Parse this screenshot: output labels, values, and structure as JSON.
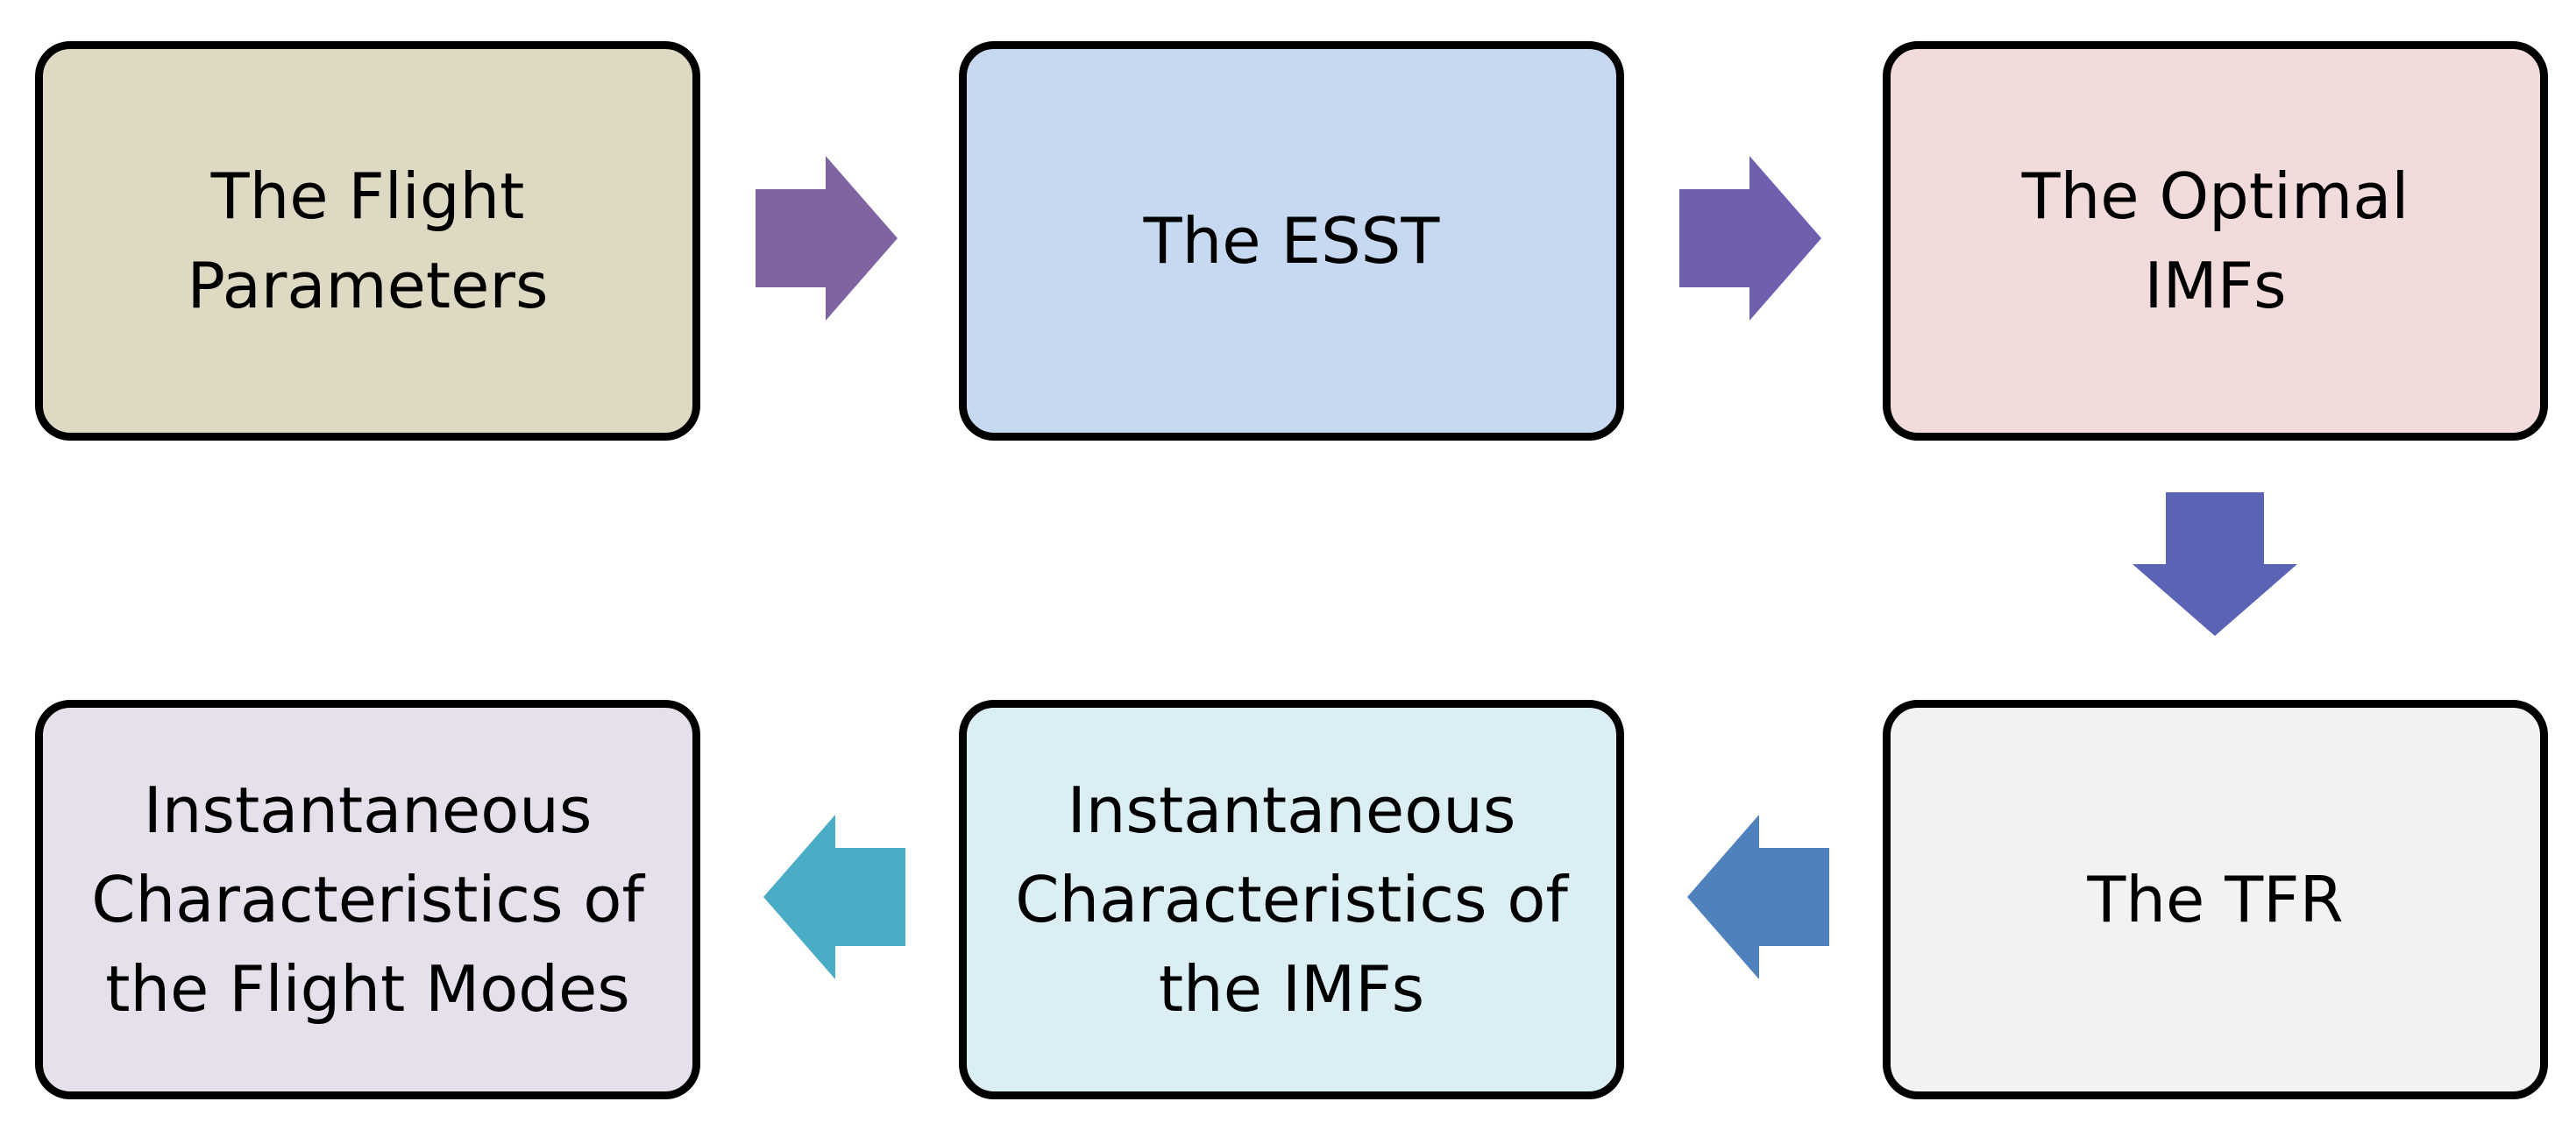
{
  "boxes": [
    {
      "id": "flight-parameters",
      "label": "The Flight\nParameters",
      "fill": "#ddd9c3"
    },
    {
      "id": "esst",
      "label": "The ESST",
      "fill": "#c6d9f1"
    },
    {
      "id": "optimal-imfs",
      "label": "The Optimal\nIMFs",
      "fill": "#f2dcdb"
    },
    {
      "id": "tfr",
      "label": "The TFR",
      "fill": "#f2f2f2"
    },
    {
      "id": "imf-characteristics",
      "label": "Instantaneous\nCharacteristics of\nthe IMFs",
      "fill": "#dbeef4"
    },
    {
      "id": "flight-mode-characteristics",
      "label": "Instantaneous\nCharacteristics of\nthe Flight Modes",
      "fill": "#e5e0ec"
    }
  ],
  "arrows": [
    {
      "from": "flight-parameters",
      "to": "esst",
      "direction": "right",
      "color": "#8064a2"
    },
    {
      "from": "esst",
      "to": "optimal-imfs",
      "direction": "right",
      "color": "#6f5fae"
    },
    {
      "from": "optimal-imfs",
      "to": "tfr",
      "direction": "down",
      "color": "#5b63b5"
    },
    {
      "from": "tfr",
      "to": "imf-characteristics",
      "direction": "left",
      "color": "#4f81bd"
    },
    {
      "from": "imf-characteristics",
      "to": "flight-mode-characteristics",
      "direction": "left",
      "color": "#4bacc6"
    }
  ]
}
